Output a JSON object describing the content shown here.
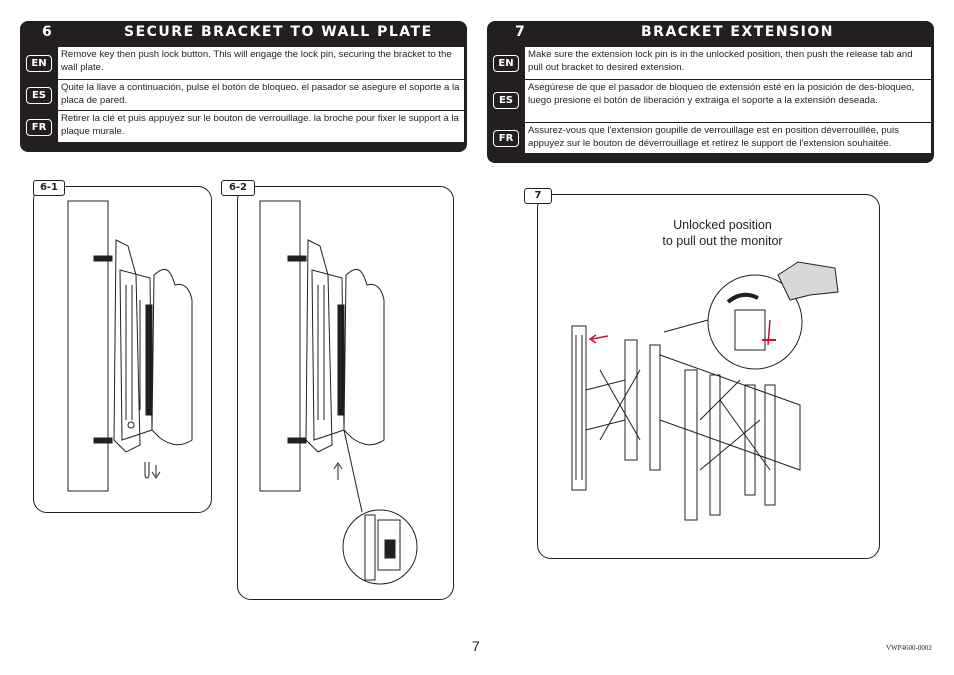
{
  "step6": {
    "number": "6",
    "title": "SECURE BRACKET TO WALL PLATE",
    "rows": [
      {
        "lang": "EN",
        "text": "Remove key then push lock button.  This will engage the lock pin, securing the bracket to the wall plate."
      },
      {
        "lang": "ES",
        "text": "Quite la llave a continuación, pulse el botón de bloqueo. el pasador se asegure el soporte a la placa de pared."
      },
      {
        "lang": "FR",
        "text": "Retirer la clé et puis appuyez sur le bouton de verrouillage. la broche pour fixer le support à la plaque murale."
      }
    ]
  },
  "step7": {
    "number": "7",
    "title": "BRACKET EXTENSION",
    "rows": [
      {
        "lang": "EN",
        "text": "Make sure the extension lock pin is in the unlocked position, then push the release tab and pull out bracket to desired extension."
      },
      {
        "lang": "ES",
        "text": "Asegúrese de que el pasador de bloqueo de extensión esté en la posición de des-bloqueo, luego presione el botón de liberación y extraiga el soporte a la extensión deseada."
      },
      {
        "lang": "FR",
        "text": "Assurez-vous que l'extension goupille de verrouillage est en position déverrouillée, puis appuyez sur le bouton de déverrouillage et retirez le support de l'extension souhaitée."
      }
    ]
  },
  "figures": {
    "fig61_label": "6-1",
    "fig62_label": "6-2",
    "fig7_label": "7",
    "fig7_caption_line1": "Unlocked position",
    "fig7_caption_line2": "to pull out the monitor"
  },
  "footer": {
    "page_number": "7",
    "doc_code": "VWP4600-0002"
  }
}
